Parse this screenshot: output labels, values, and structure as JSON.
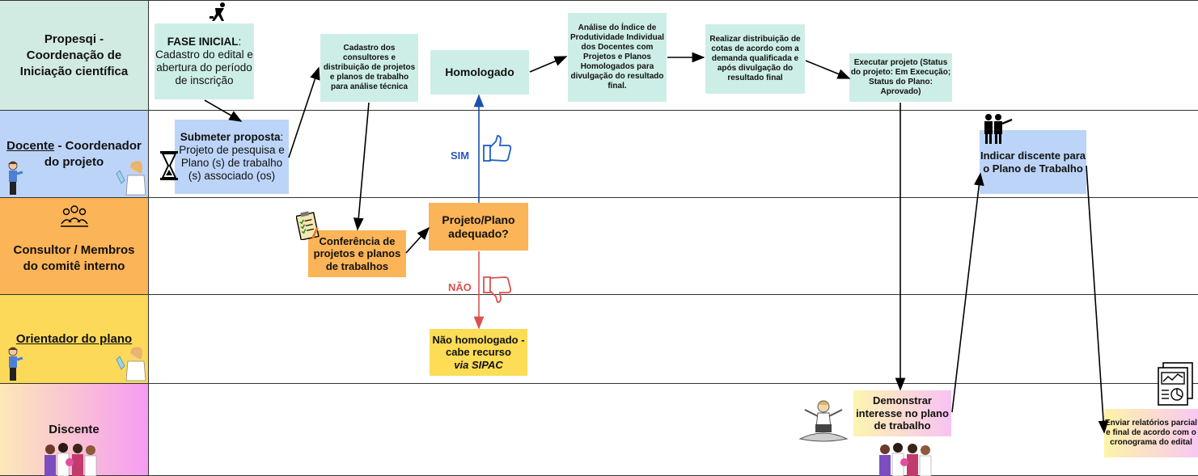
{
  "lanes": {
    "propesqi": "Propesqi - Coordenação de Iniciação científica",
    "docente_name": "Docente",
    "docente_rest": " - Coordenador do projeto",
    "consultor": "Consultor / Membros do comitê interno",
    "orientador": "Orientador do plano",
    "discente": "Discente"
  },
  "colors": {
    "propesqi": "#d2ebe2",
    "docente": "#bcd4f7",
    "consultor": "#fbb457",
    "orientador": "#fdd95a",
    "discente_from": "#fde8b8",
    "discente_to": "#f59cf2"
  },
  "boxes": {
    "fase_title": "FASE INICIAL",
    "fase_text": "Cadastro do edital e abertura do período de inscrição",
    "cadastro": "Cadastro dos consultores e distribuição de projetos e planos de trabalho para análise técnica",
    "homologado": "Homologado",
    "analise": "Análise do Índice de Produtividade Individual dos Docentes com Projetos e Planos Homologados para divulgação do resultado final.",
    "realizar": "Realizar distribuição de cotas de acordo com a demanda qualificada e após divulgação do resultado final",
    "executar": "Executar projeto (Status do projeto: Em Execução; Status do Plano: Aprovado)",
    "submeter_title": "Submeter proposta",
    "submeter_text": "Projeto de pesquisa e Plano (s) de trabalho (s) associado (os)",
    "indicar": "Indicar discente para o Plano de Trabalho",
    "conferencia": "Conferência de projetos e planos de trabalhos",
    "projeto_plano": "Projeto/Plano adequado?",
    "nao_homologado_1": "Não homologado - cabe recurso",
    "nao_homologado_2": "via SIPAC",
    "demonstrar": "Demonstrar interesse no plano de trabalho",
    "enviar": "Enviar relatórios parcial e final de acordo com o cronograma do edital"
  },
  "labels": {
    "sim": "SIM",
    "nao": "NÃO"
  },
  "icons": [
    "worker-icon",
    "hourglass-icon",
    "people-group-icon",
    "checklist-icon",
    "thumbs-up-icon",
    "thumbs-down-icon",
    "scientist-icon",
    "businessmen-icon",
    "meditating-person-icon",
    "students-icon",
    "report-chart-icon"
  ]
}
